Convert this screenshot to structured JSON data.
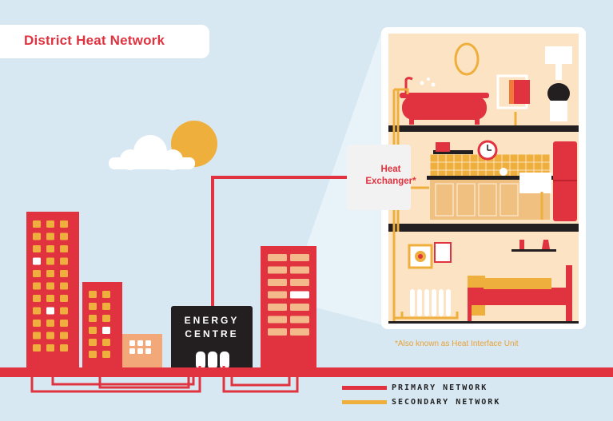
{
  "title": "District Heat Network",
  "heat_exchanger": {
    "line1": "Heat",
    "line2": "Exchanger*"
  },
  "energy_centre": {
    "line1": "ENERGY",
    "line2": "CENTRE"
  },
  "footnote": "*Also known as Heat Interface Unit",
  "legend": {
    "primary": "PRIMARY NETWORK",
    "secondary": "SECONDARY NETWORK"
  },
  "colors": {
    "sky": "#d7e8f3",
    "primary": "#e0333f",
    "secondary": "#efaf3d",
    "dark": "#231f20",
    "house_bg": "#fbe3c3"
  }
}
